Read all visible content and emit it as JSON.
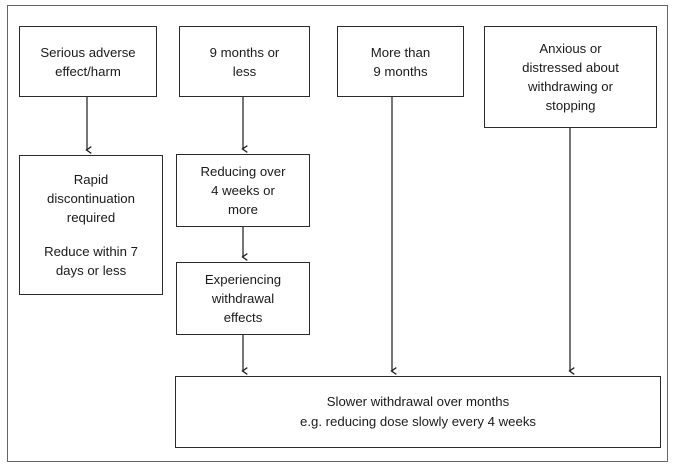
{
  "diagram": {
    "title": "Benzodiazepine / medication withdrawal decision flowchart",
    "background": "#ffffff",
    "border_color": "#666666",
    "box_border_color": "#2b2b2b",
    "text_color": "#1a1a1a",
    "nodes": [
      {
        "id": "serious-adverse-effect",
        "lines": [
          "Serious adverse",
          "effect/harm"
        ],
        "paragraphs": [
          "Serious adverse effect/harm"
        ]
      },
      {
        "id": "nine-months-or-less",
        "lines": [
          "9 months or",
          "less"
        ],
        "paragraphs": [
          "9 months or less"
        ]
      },
      {
        "id": "more-than-nine-months",
        "lines": [
          "More than",
          "9 months"
        ],
        "paragraphs": [
          "More than 9 months"
        ]
      },
      {
        "id": "anxious-or-distressed",
        "lines": [
          "Anxious or",
          "distressed about",
          "withdrawing or",
          "stopping"
        ],
        "paragraphs": [
          "Anxious or distressed about withdrawing or stopping"
        ]
      },
      {
        "id": "rapid-discontinuation",
        "lines": [
          "Rapid",
          "discontinuation",
          "required",
          "",
          "Reduce within 7",
          "days or less"
        ],
        "paragraphs": [
          "Rapid discontinuation required",
          "Reduce within 7 days or less"
        ]
      },
      {
        "id": "reducing-over-four-weeks",
        "lines": [
          "Reducing over",
          "4 weeks or",
          "more"
        ],
        "paragraphs": [
          "Reducing over 4 weeks or more"
        ]
      },
      {
        "id": "experiencing-withdrawal-effects",
        "lines": [
          "Experiencing",
          "withdrawal",
          "effects"
        ],
        "paragraphs": [
          "Experiencing withdrawal effects"
        ]
      },
      {
        "id": "slower-withdrawal",
        "lines": [
          "Slower withdrawal over months",
          "e.g. reducing dose slowly every 4 weeks"
        ],
        "paragraphs": [
          "Slower withdrawal over months",
          "e.g. reducing dose slowly every 4 weeks"
        ]
      }
    ]
  },
  "boxes": {
    "serious_adverse": {
      "line1": "Serious adverse",
      "line2": "effect/harm"
    },
    "nine_months_or_less": {
      "line1": "9 months or",
      "line2": "less"
    },
    "more_than_nine_months": {
      "line1": "More than",
      "line2": "9 months"
    },
    "anxious_distressed": {
      "line1": "Anxious or",
      "line2": "distressed about",
      "line3": "withdrawing or",
      "line4": "stopping"
    },
    "rapid_discontinuation": {
      "line1": "Rapid",
      "line2": "discontinuation",
      "line3": "required",
      "line4": "Reduce within 7",
      "line5": "days or less"
    },
    "reducing_over_four_weeks": {
      "line1": "Reducing over",
      "line2": "4 weeks or",
      "line3": "more"
    },
    "experiencing_withdrawal": {
      "line1": "Experiencing",
      "line2": "withdrawal",
      "line3": "effects"
    },
    "slower_withdrawal": {
      "line1": "Slower withdrawal over months",
      "line2": "e.g. reducing dose slowly every 4 weeks"
    }
  },
  "connectors": [
    {
      "id": "arrow-serious-to-rapid",
      "from": "serious-adverse-effect",
      "to": "rapid-discontinuation"
    },
    {
      "id": "arrow-ninemonths-to-reducing",
      "from": "nine-months-or-less",
      "to": "reducing-over-four-weeks"
    },
    {
      "id": "arrow-reducing-to-experiencing",
      "from": "reducing-over-four-weeks",
      "to": "experiencing-withdrawal-effects"
    },
    {
      "id": "arrow-experiencing-to-slower",
      "from": "experiencing-withdrawal-effects",
      "to": "slower-withdrawal"
    },
    {
      "id": "arrow-morethan-to-slower",
      "from": "more-than-nine-months",
      "to": "slower-withdrawal"
    },
    {
      "id": "arrow-anxious-to-slower",
      "from": "anxious-or-distressed",
      "to": "slower-withdrawal"
    }
  ]
}
